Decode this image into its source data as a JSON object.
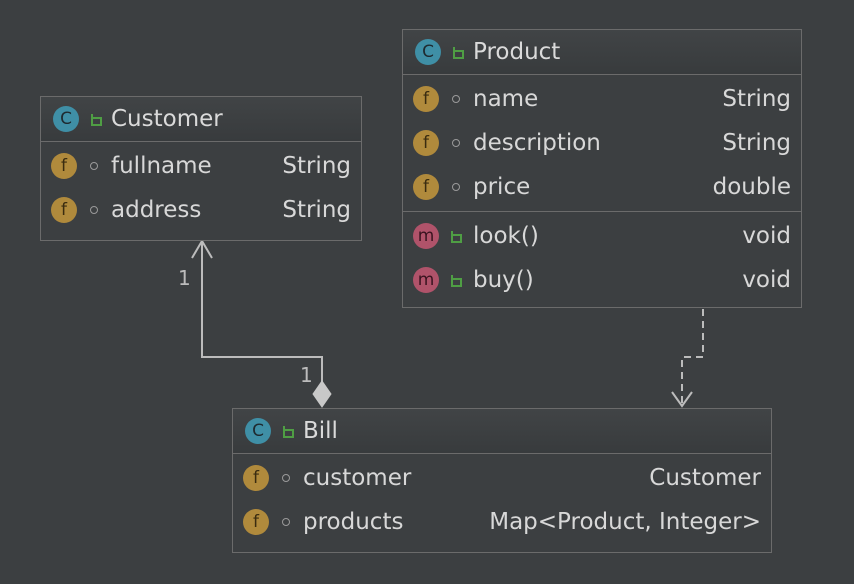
{
  "colors": {
    "background": "#3c3f41",
    "border": "#6b6b6b",
    "class_badge": "#3f8fa6",
    "field_badge": "#b08a3c",
    "method_badge": "#b0536a",
    "public": "#4f9e44"
  },
  "icons": {
    "class": "class-c-icon",
    "field": "field-f-icon",
    "method": "method-m-icon",
    "public": "unlocked-icon",
    "package": "package-dot-icon"
  },
  "customer": {
    "badge": "C",
    "name": "Customer",
    "fields": [
      {
        "badge": "f",
        "name": "fullname",
        "type": "String"
      },
      {
        "badge": "f",
        "name": "address",
        "type": "String"
      }
    ]
  },
  "product": {
    "badge": "C",
    "name": "Product",
    "fields": [
      {
        "badge": "f",
        "name": "name",
        "type": "String"
      },
      {
        "badge": "f",
        "name": "description",
        "type": "String"
      },
      {
        "badge": "f",
        "name": "price",
        "type": "double"
      }
    ],
    "methods": [
      {
        "badge": "m",
        "name": "look()",
        "type": "void"
      },
      {
        "badge": "m",
        "name": "buy()",
        "type": "void"
      }
    ]
  },
  "bill": {
    "badge": "C",
    "name": "Bill",
    "fields": [
      {
        "badge": "f",
        "name": "customer",
        "type": "Customer"
      },
      {
        "badge": "f",
        "name": "products",
        "type": "Map<Product, Integer>"
      }
    ]
  },
  "relations": {
    "customer_bill": {
      "source_multiplicity": "1",
      "target_multiplicity": "1",
      "kind": "composition"
    },
    "product_bill": {
      "kind": "dependency"
    }
  }
}
